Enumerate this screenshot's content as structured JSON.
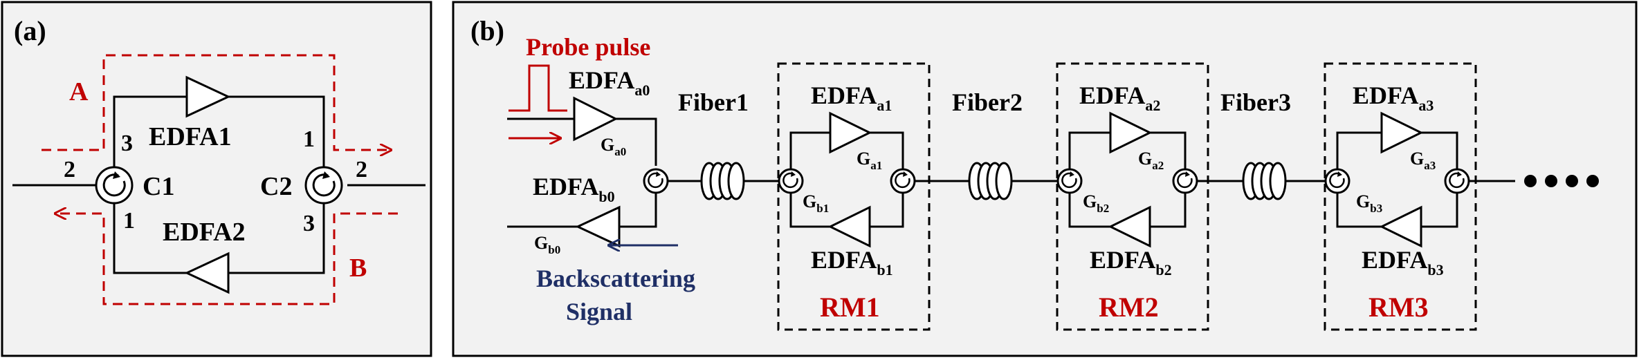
{
  "colors": {
    "panel_bg": "#f2f2f2",
    "ink": "#000000",
    "red": "#c00000",
    "navy": "#1f2f66"
  },
  "panel_a": {
    "tag": "(a)",
    "label_A": "A",
    "label_B": "B",
    "amp1": "EDFA1",
    "amp2": "EDFA2",
    "circ1": "C1",
    "circ2": "C2",
    "port_1": "1",
    "port_2": "2",
    "port_3": "3"
  },
  "panel_b": {
    "tag": "(b)",
    "probe": "Probe pulse",
    "backscatter_line1": "Backscattering",
    "backscatter_line2": "Signal",
    "edfa": "EDFA",
    "fiber1": "Fiber1",
    "fiber2": "Fiber2",
    "fiber3": "Fiber3",
    "rm1": "RM1",
    "rm2": "RM2",
    "rm3": "RM3",
    "sub_a0": "a0",
    "sub_b0": "b0",
    "sub_a1": "a1",
    "sub_b1": "b1",
    "sub_a2": "a2",
    "sub_b2": "b2",
    "sub_a3": "a3",
    "sub_b3": "b3",
    "g": "G",
    "ellipsis_icon": "four-dots"
  }
}
